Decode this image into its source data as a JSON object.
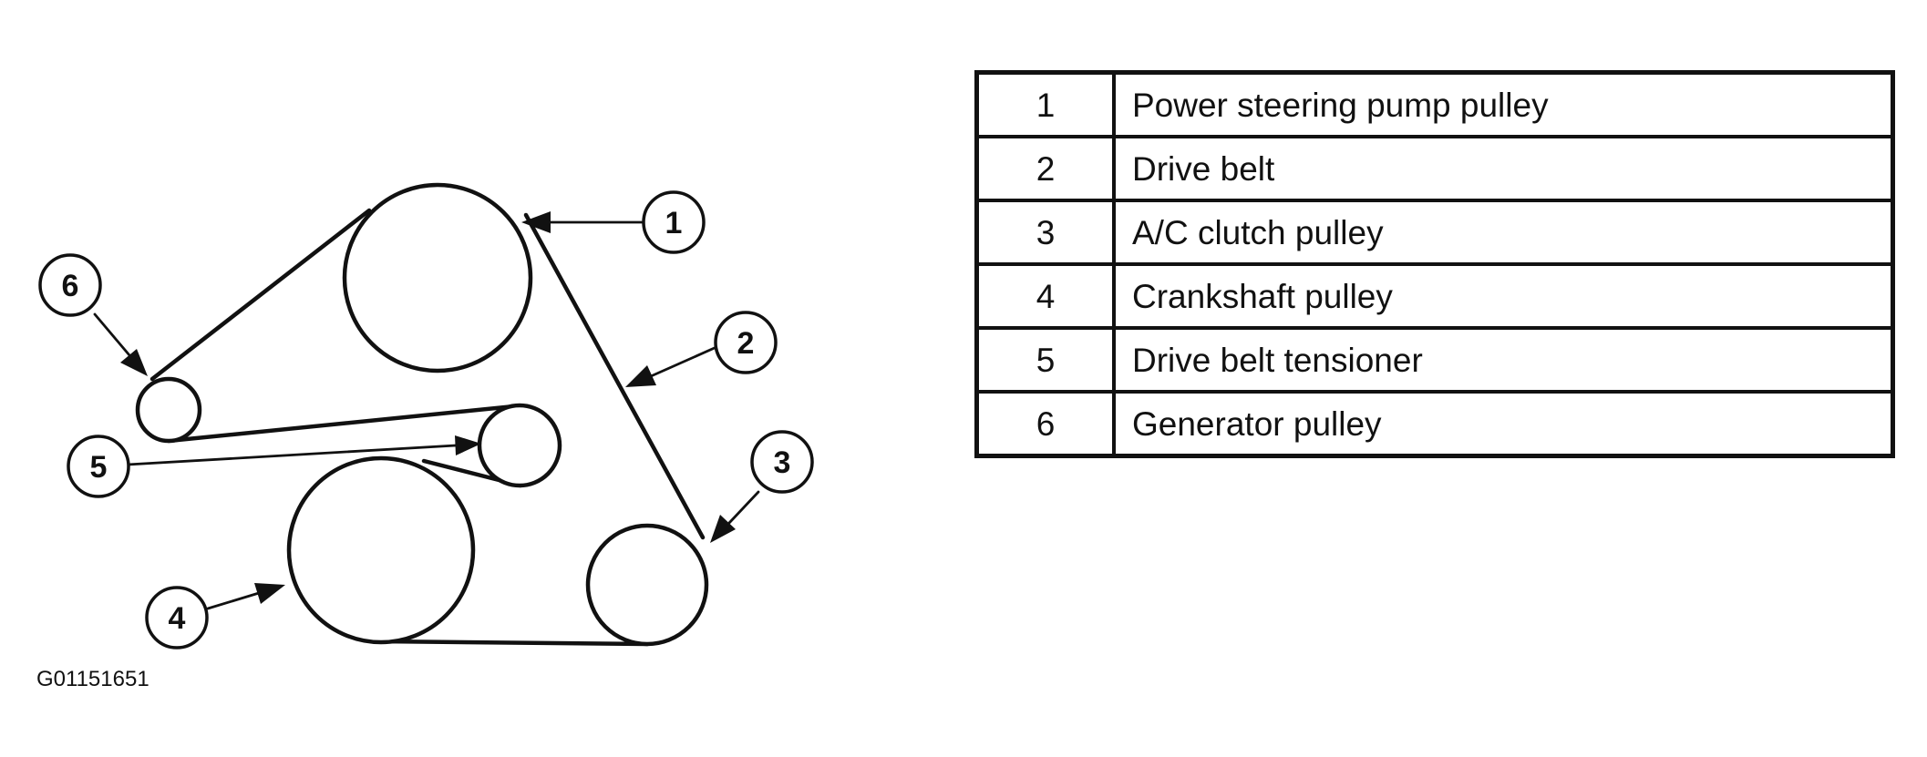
{
  "figure_id": "G01151651",
  "legend": [
    {
      "number": "1",
      "description": "Power steering pump pulley"
    },
    {
      "number": "2",
      "description": "Drive belt"
    },
    {
      "number": "3",
      "description": "A/C clutch pulley"
    },
    {
      "number": "4",
      "description": "Crankshaft pulley"
    },
    {
      "number": "5",
      "description": "Drive belt tensioner"
    },
    {
      "number": "6",
      "description": "Generator pulley"
    }
  ],
  "callouts": {
    "c1": "1",
    "c2": "2",
    "c3": "3",
    "c4": "4",
    "c5": "5",
    "c6": "6"
  }
}
